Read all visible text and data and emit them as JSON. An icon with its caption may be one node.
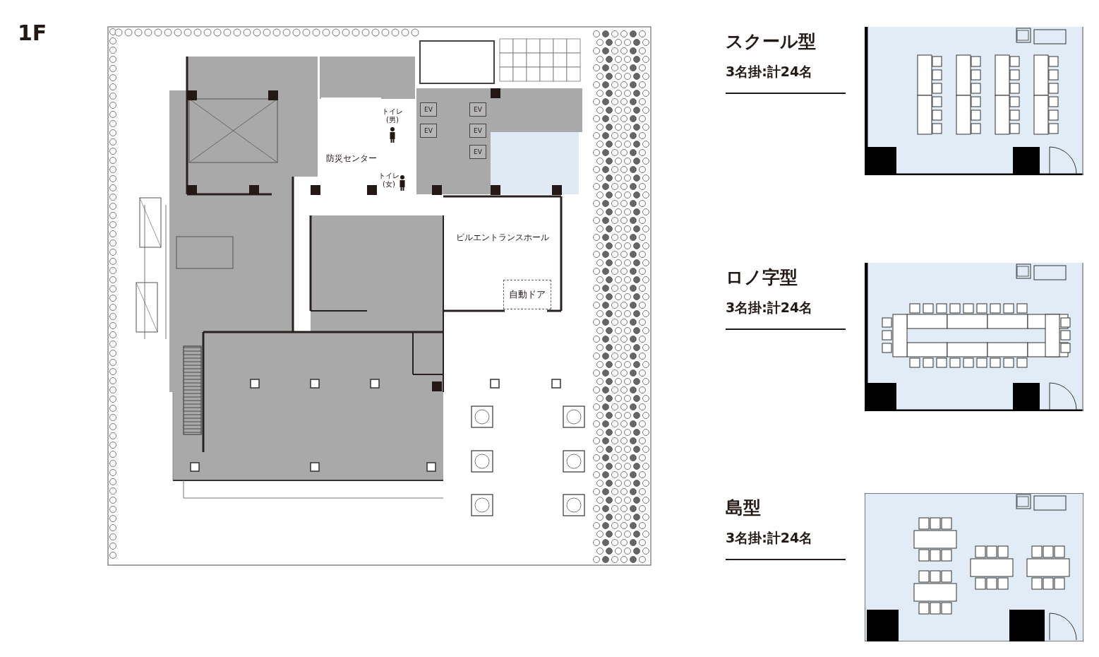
{
  "diagram": {
    "title": "1F",
    "nodes": [
      {
        "text": [
          "防災センター"
        ]
      },
      {
        "text": [
          "トイレ(男)"
        ]
      },
      {
        "text": [
          "トイレ(女)"
        ]
      },
      {
        "text": [
          "EV"
        ]
      },
      {
        "text": [
          "EV"
        ]
      },
      {
        "text": [
          "EV"
        ]
      },
      {
        "text": [
          "EV"
        ]
      },
      {
        "text": [
          "EV"
        ]
      },
      {
        "text": [
          "ビルエントランスホール"
        ]
      },
      {
        "text": [
          "自動ドア"
        ],
        "in": 8
      }
    ],
    "labels": [
      "スクール型",
      "3名掛:計24名",
      "ロノ字型",
      "3名掛:計24名",
      "島型",
      "3名掛:計24名"
    ]
  }
}
